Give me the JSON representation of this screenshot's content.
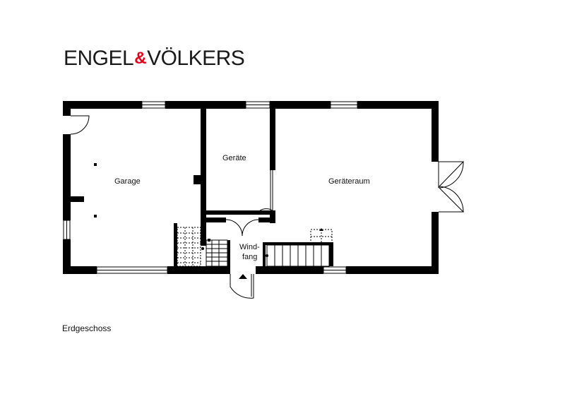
{
  "brand": {
    "part1": "ENGEL",
    "ampersand": "&",
    "part2": "VÖLKERS",
    "accent_color": "#e3001b"
  },
  "rooms": {
    "garage": "Garage",
    "geraete": "Geräte",
    "geraeteraum": "Geräteraum",
    "windfang_line1": "Wind-",
    "windfang_line2": "fang"
  },
  "floor_label": "Erdgeschoss",
  "colors": {
    "wall": "#000000",
    "background": "#ffffff"
  }
}
